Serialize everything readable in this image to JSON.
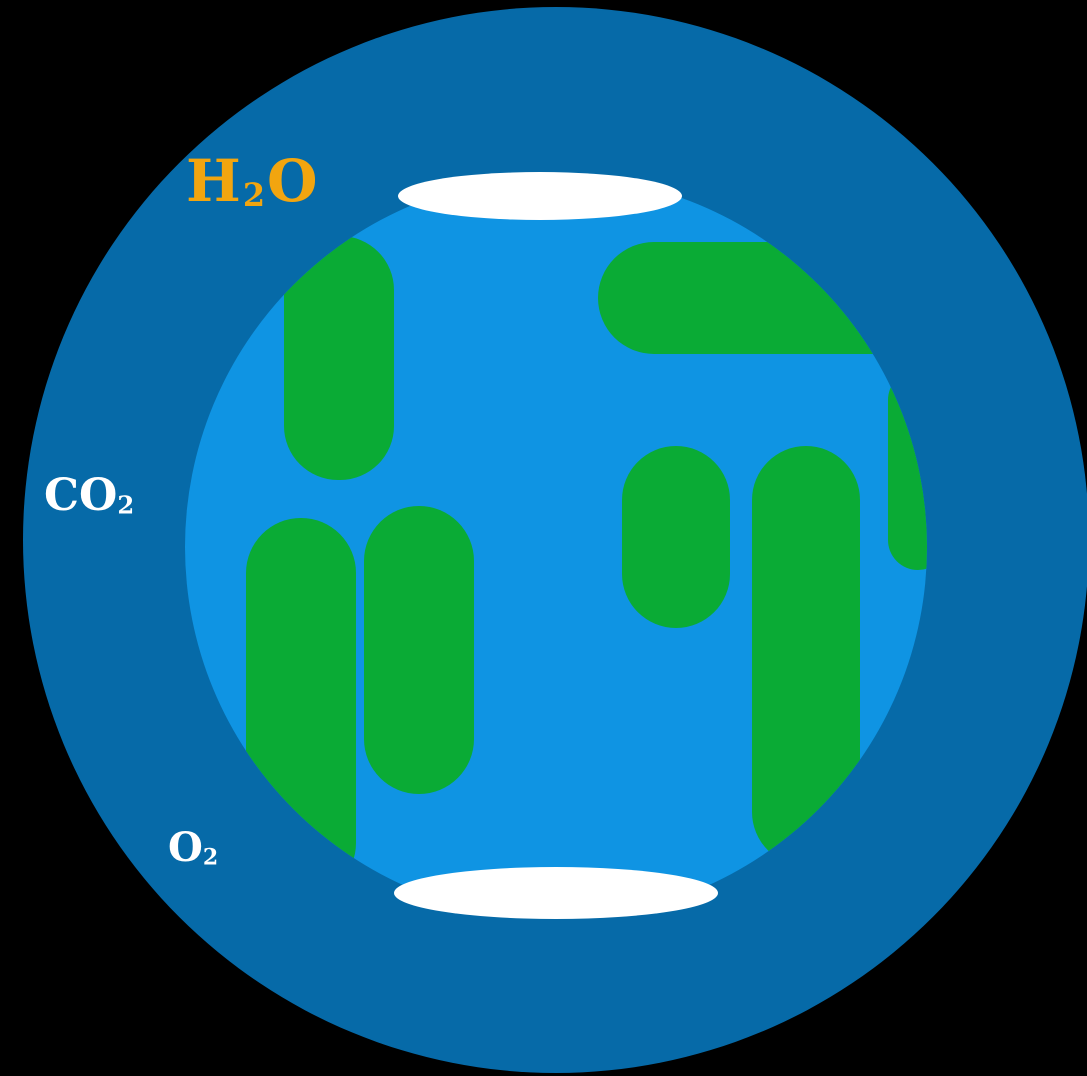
{
  "labels": {
    "h2o": {
      "base": "H",
      "sub": "2",
      "tail": "O"
    },
    "co2": {
      "base": "CO",
      "sub": "2"
    },
    "o2": {
      "base": "O",
      "sub": "2"
    }
  },
  "colors": {
    "background": "#000000",
    "atmosphere": "#066aa8",
    "ocean": "#0f94e3",
    "land": "#0aab35",
    "ice": "#ffffff",
    "h2o_label": "#f2a50f",
    "gas_label": "#ffffff"
  }
}
